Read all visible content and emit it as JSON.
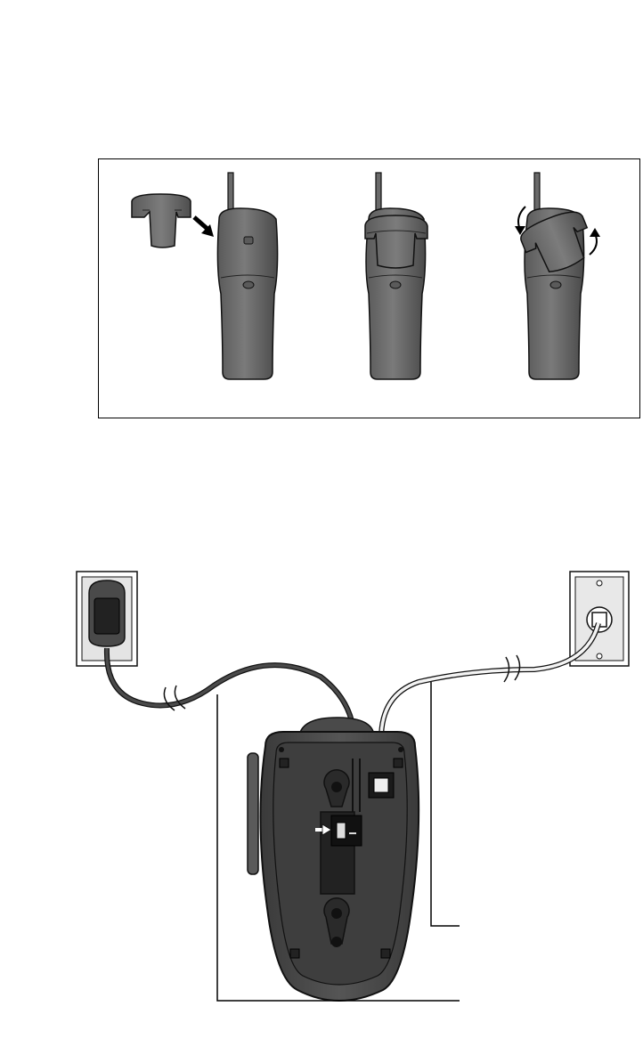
{
  "colors": {
    "handset_dark": "#4a4a4a",
    "handset_mid": "#6b6b6b",
    "handset_light": "#8a8a8a",
    "outline": "#111111",
    "frame": "#000000",
    "base_body": "#3d3d3d",
    "base_rim": "#2a2a2a",
    "cord_power": "#3a3a3a",
    "cord_phone": "#f0f0f0",
    "wall_plate": "#d9d9d9"
  },
  "figure_top": {
    "panels": [
      {
        "step": "attach-clip-arrow",
        "icon": "arrow-down-right-icon"
      },
      {
        "step": "clip-attached"
      },
      {
        "step": "rotate-clip",
        "icon": "rotate-arrows-icon"
      }
    ]
  },
  "figure_bottom": {
    "items": [
      "ac-outlet",
      "power-adapter",
      "base-unit",
      "phone-jack",
      "modular-cord",
      "callout-lines"
    ]
  }
}
